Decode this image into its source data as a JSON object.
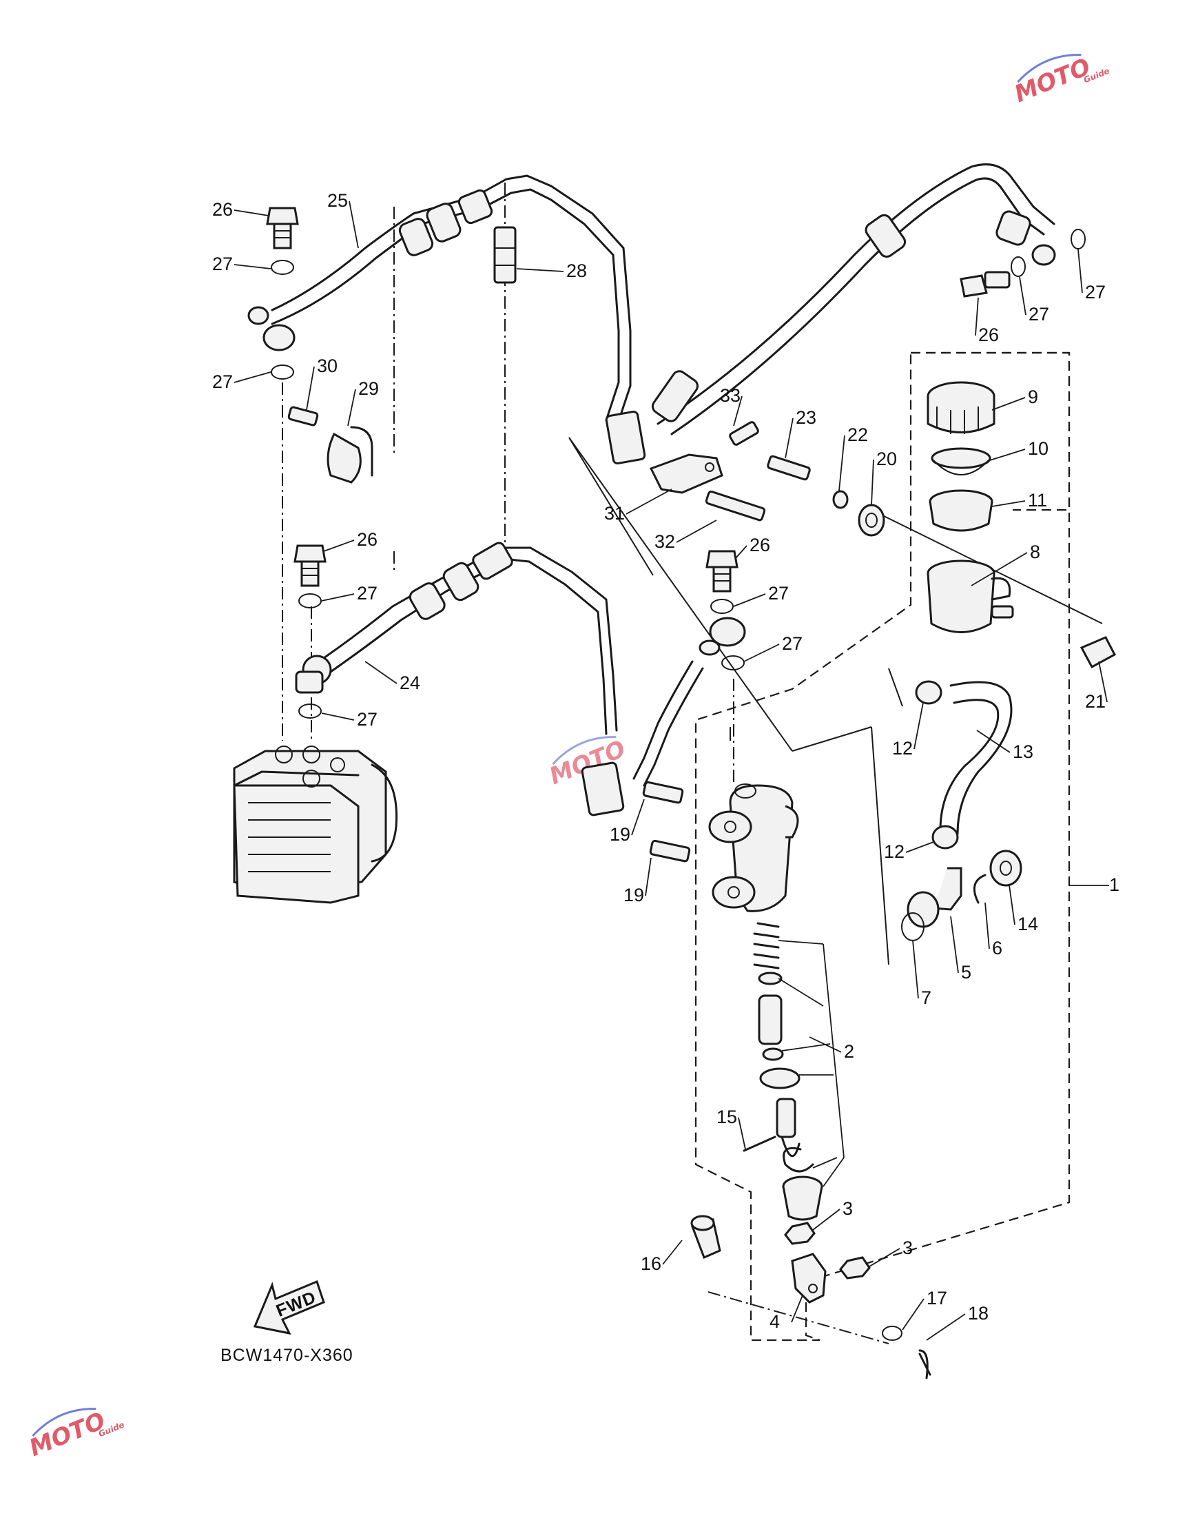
{
  "diagram": {
    "code": "BCW1470-X360",
    "fwd_label": "FWD",
    "watermark_text": "MOTO",
    "watermark_sub": "Guide",
    "colors": {
      "line": "#1a1a1a",
      "watermark_red": "#e05a6a",
      "watermark_blue": "#6f7fd6"
    },
    "callouts": [
      "1",
      "2",
      "3",
      "3",
      "4",
      "5",
      "6",
      "7",
      "8",
      "9",
      "10",
      "11",
      "12",
      "12",
      "13",
      "14",
      "15",
      "16",
      "17",
      "18",
      "19",
      "19",
      "20",
      "21",
      "22",
      "23",
      "24",
      "25",
      "26",
      "26",
      "26",
      "26",
      "27",
      "27",
      "27",
      "27",
      "27",
      "27",
      "27",
      "27",
      "28",
      "29",
      "30",
      "31",
      "32",
      "33"
    ]
  }
}
